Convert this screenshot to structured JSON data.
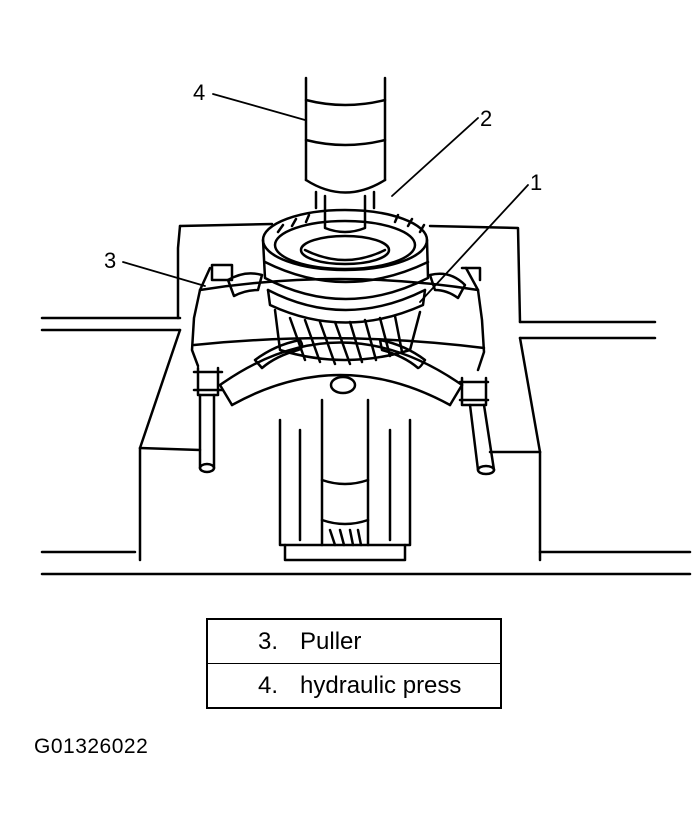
{
  "callouts": {
    "c1": "1",
    "c2": "2",
    "c3": "3",
    "c4": "4"
  },
  "legend": {
    "rows": [
      {
        "number": "3.",
        "label": "Puller"
      },
      {
        "number": "4.",
        "label": "hydraulic press"
      }
    ]
  },
  "figure_id": "G01326022"
}
